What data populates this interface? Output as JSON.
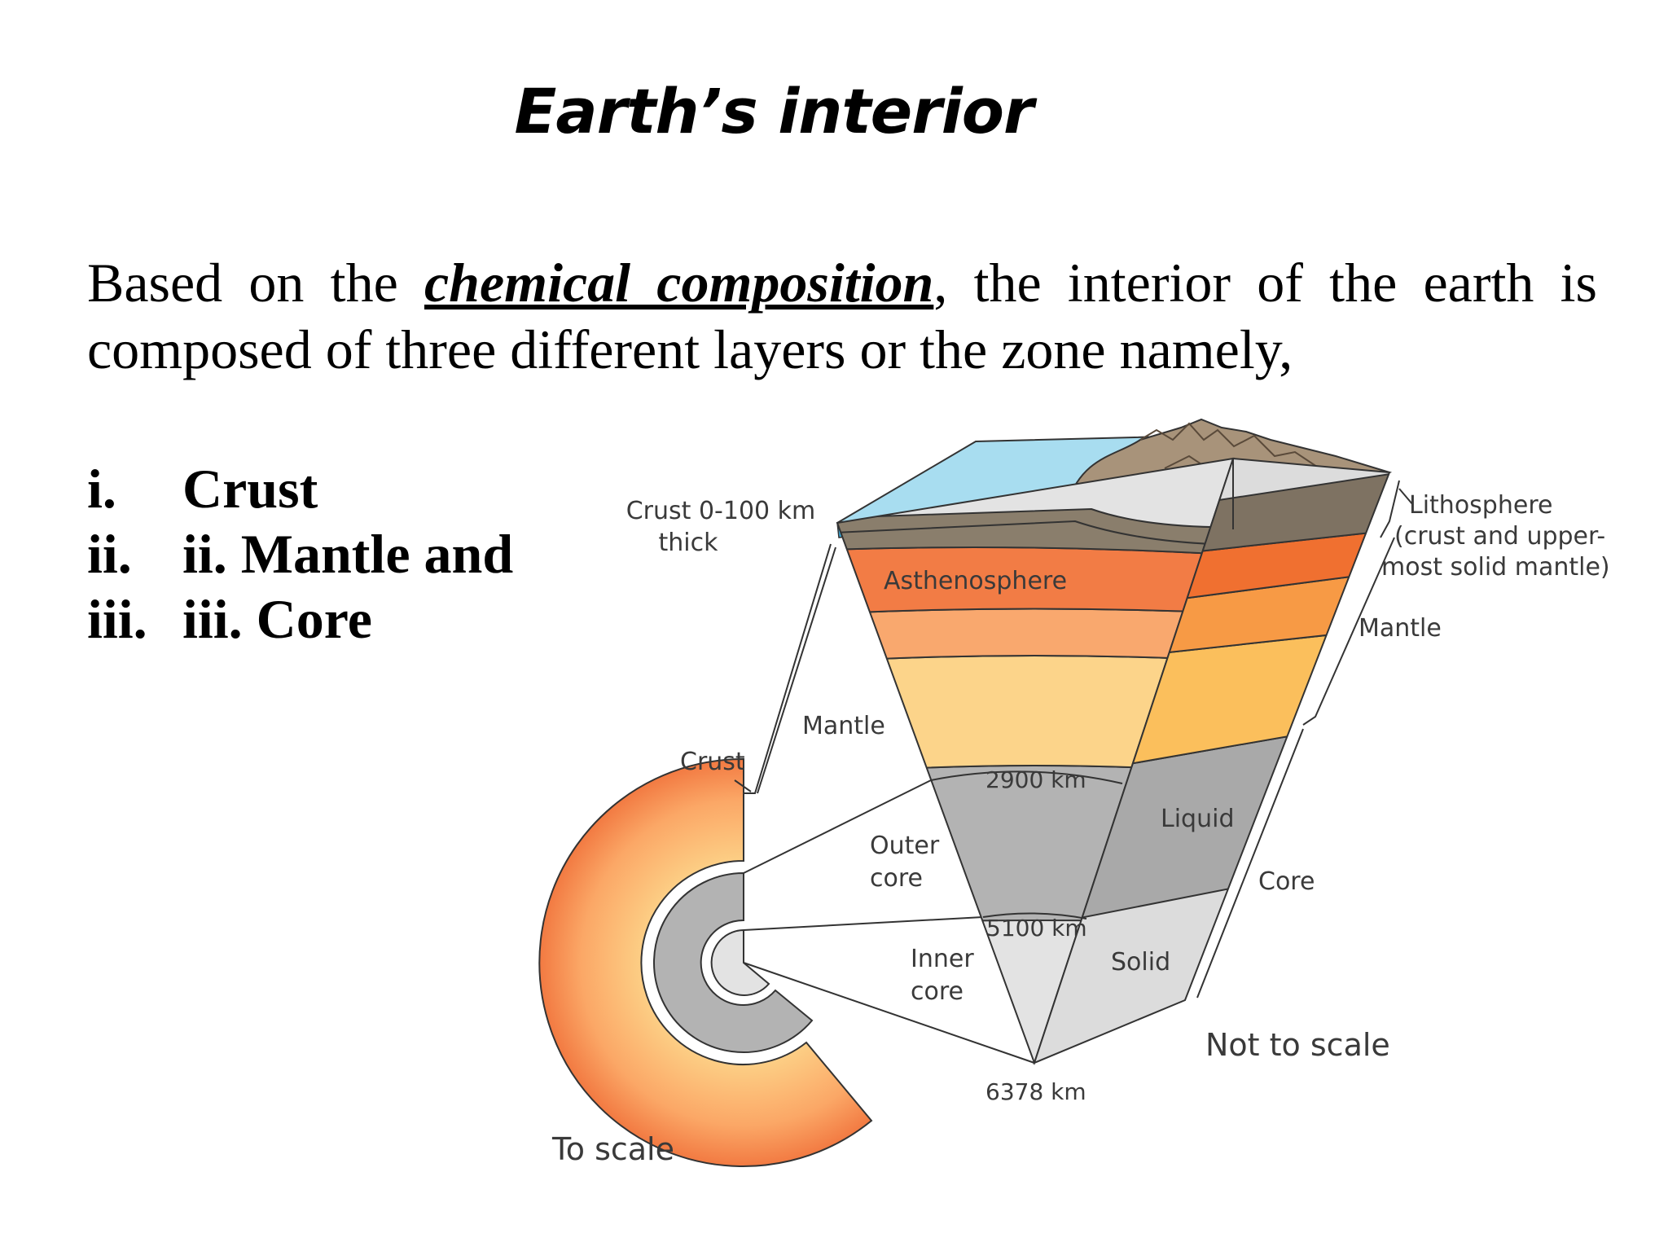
{
  "title": "Earth’s interior",
  "intro": {
    "before": "Based on the ",
    "emphasis": "chemical composition",
    "after": ", the interior of the earth is composed of three different layers or the zone namely,"
  },
  "layers_list": [
    {
      "num": "i.",
      "label": "Crust"
    },
    {
      "num": "ii.",
      "label": "ii. Mantle and"
    },
    {
      "num": "iii.",
      "label": "iii. Core"
    }
  ],
  "diagram": {
    "labels": {
      "crust_thickness_line1": "Crust 0-100 km",
      "crust_thickness_line2": "thick",
      "asthenosphere": "Asthenosphere",
      "lithosphere_line1": "Lithosphere",
      "lithosphere_line2": "(crust and upper-",
      "lithosphere_line3": "most solid mantle)",
      "mantle_right": "Mantle",
      "mantle_left": "Mantle",
      "crust": "Crust",
      "depth_2900": "2900 km",
      "liquid": "Liquid",
      "outer_core_line1": "Outer",
      "outer_core_line2": "core",
      "core_right": "Core",
      "depth_5100": "5100 km",
      "inner_core_line1": "Inner",
      "inner_core_line2": "core",
      "solid": "Solid",
      "not_to_scale": "Not to scale",
      "depth_6378": "6378 km",
      "to_scale": "To scale"
    },
    "colors": {
      "ocean": "#a8ddf0",
      "ocean_edge": "#3aaee0",
      "land": "#a8937a",
      "crust": "#8a7e6c",
      "asthenosphere": "#f27c45",
      "upper_mantle": "#f9a86e",
      "lower_mantle": "#fcd48a",
      "outer_core": "#b3b3b3",
      "inner_core": "#e3e3e3"
    }
  }
}
